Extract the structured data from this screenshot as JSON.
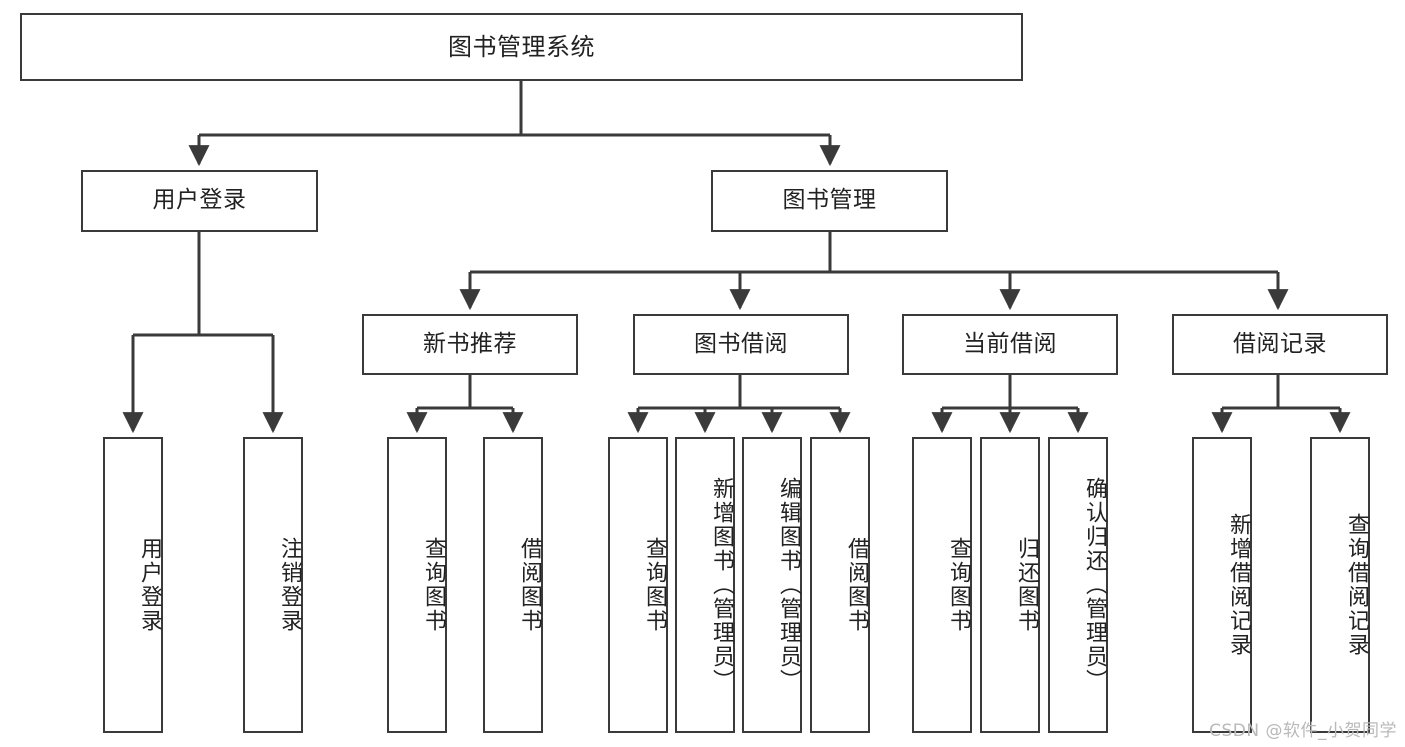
{
  "diagram": {
    "title": "图书管理系统",
    "type": "tree-hierarchy",
    "watermark": "CSDN @软件_小贺同学",
    "colors": {
      "stroke": "#3a3a3a",
      "text": "#222222",
      "background": "#ffffff",
      "watermark": "#b9b9b9"
    },
    "root": {
      "label": "图书管理系统"
    },
    "level1": [
      {
        "label": "用户登录"
      },
      {
        "label": "图书管理"
      }
    ],
    "level2": [
      {
        "label": "新书推荐"
      },
      {
        "label": "图书借阅"
      },
      {
        "label": "当前借阅"
      },
      {
        "label": "借阅记录"
      }
    ],
    "leaves": {
      "user_login": [
        {
          "label": "用户登录"
        },
        {
          "label": "注销登录"
        }
      ],
      "new_book": [
        {
          "label": "查询图书"
        },
        {
          "label": "借阅图书"
        }
      ],
      "book_borrow": [
        {
          "label": "查询图书"
        },
        {
          "label": "新增图书（管理员）"
        },
        {
          "label": "编辑图书（管理员）"
        },
        {
          "label": "借阅图书"
        }
      ],
      "current_borrow": [
        {
          "label": "查询图书"
        },
        {
          "label": "归还图书"
        },
        {
          "label": "确认归还（管理员）"
        }
      ],
      "borrow_record": [
        {
          "label": "新增借阅记录"
        },
        {
          "label": "查询借阅记录"
        }
      ]
    }
  }
}
